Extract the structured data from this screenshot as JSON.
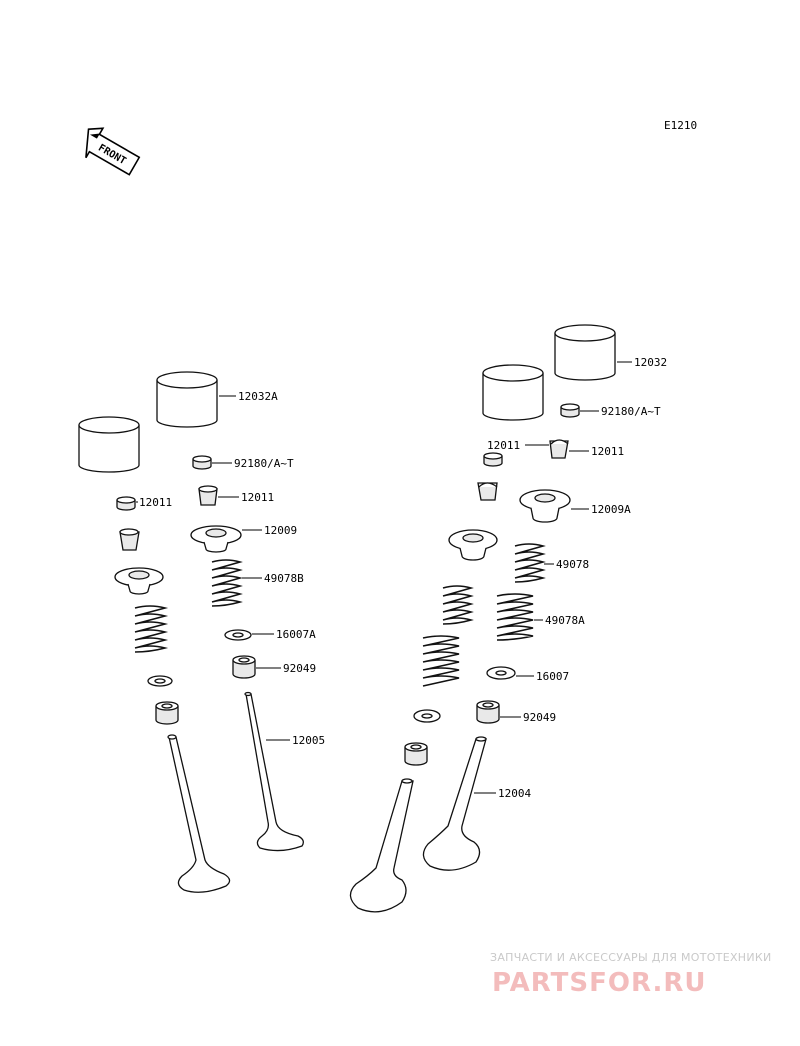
{
  "diagram_code": "E1210",
  "front_label": "FRONT",
  "parts": {
    "tappet_a": "12032A",
    "tappet": "12032",
    "shim_a": "92180/A~T",
    "shim": "92180/A~T",
    "cotter_left_1": "12011",
    "cotter_left_2": "12011",
    "cotter_right_1": "12011",
    "cotter_right_2": "12011",
    "retainer": "12009",
    "retainer_a": "12009A",
    "spring_b": "49078B",
    "spring": "49078",
    "spring_a": "49078A",
    "seat_a": "16007A",
    "seat": "16007",
    "oil_seal_left": "92049",
    "oil_seal_right": "92049",
    "valve_exhaust": "12005",
    "valve_intake": "12004"
  },
  "watermark": {
    "tagline": "ЗАПЧАСТИ И АКСЕССУАРЫ ДЛЯ МОТОТЕХНИКИ",
    "logo": "PARTSFOR.RU"
  }
}
